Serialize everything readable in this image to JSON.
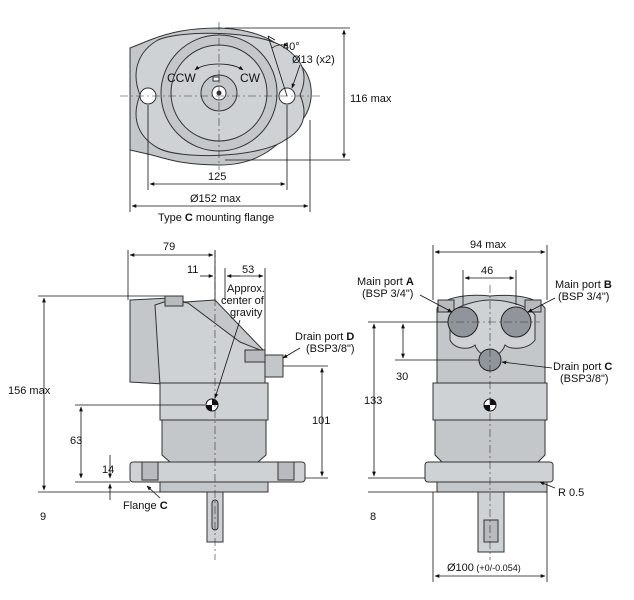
{
  "top_view": {
    "label_ccw": "CCW",
    "label_cw": "CW",
    "angle": "40°",
    "hole_dia": "Ø13 (x2)",
    "height_max": "116 max",
    "hole_spacing": "125",
    "width_max": "Ø152 max",
    "caption_prefix": "Type ",
    "caption_letter": "C",
    "caption_suffix": " mounting flange"
  },
  "side_view": {
    "dim_79": "79",
    "dim_11": "11",
    "dim_53": "53",
    "cg_line1": "Approx.",
    "cg_line2": "center of",
    "cg_line3": "gravity",
    "drain_d_line1_prefix": "Drain port ",
    "drain_d_letter": "D",
    "drain_d_line2": "(BSP3/8\")",
    "dim_156": "156 max",
    "dim_101": "101",
    "dim_63": "63",
    "dim_14": "14",
    "dim_9": "9",
    "flange_prefix": "Flange ",
    "flange_letter": "C"
  },
  "front_view": {
    "width_max": "94 max",
    "port_spacing": "46",
    "port_a_prefix": "Main port ",
    "port_a_letter": "A",
    "port_a_line2": "(BSP 3/4\")",
    "port_b_prefix": "Main port ",
    "port_b_letter": "B",
    "port_b_line2": "(BSP 3/4\")",
    "dim_30": "30",
    "dim_133": "133",
    "drain_c_prefix": "Drain port ",
    "drain_c_letter": "C",
    "drain_c_line2": "(BSP3/8\")",
    "radius": "R 0.5",
    "dim_8": "8",
    "shaft_dia": "Ø100",
    "shaft_tol": " (+0/-0.054)"
  }
}
